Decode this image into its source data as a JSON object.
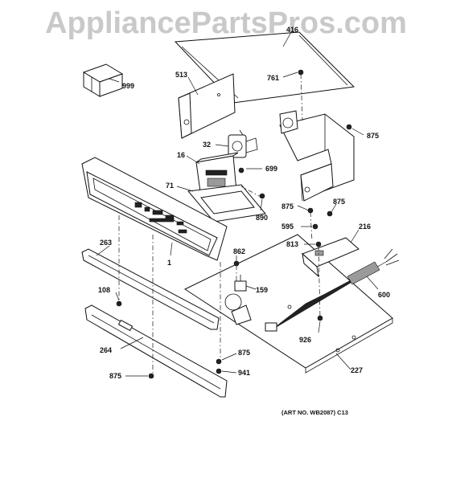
{
  "watermark": "AppliancePartsPros.com",
  "art_number": "(ART NO. WB2087) C13",
  "labels": {
    "p416": "416",
    "p999": "999",
    "p513": "513",
    "p761": "761",
    "p875a": "875",
    "p32": "32",
    "p16": "16",
    "p699": "699",
    "p71": "71",
    "p890": "890",
    "p875b": "875",
    "p875c": "875",
    "p595": "595",
    "p216": "216",
    "p813": "813",
    "p263": "263",
    "p862": "862",
    "p1": "1",
    "p159": "159",
    "p600": "600",
    "p108": "108",
    "p926": "926",
    "p264": "264",
    "p875d": "875",
    "p227": "227",
    "p941": "941",
    "p875e": "875"
  }
}
